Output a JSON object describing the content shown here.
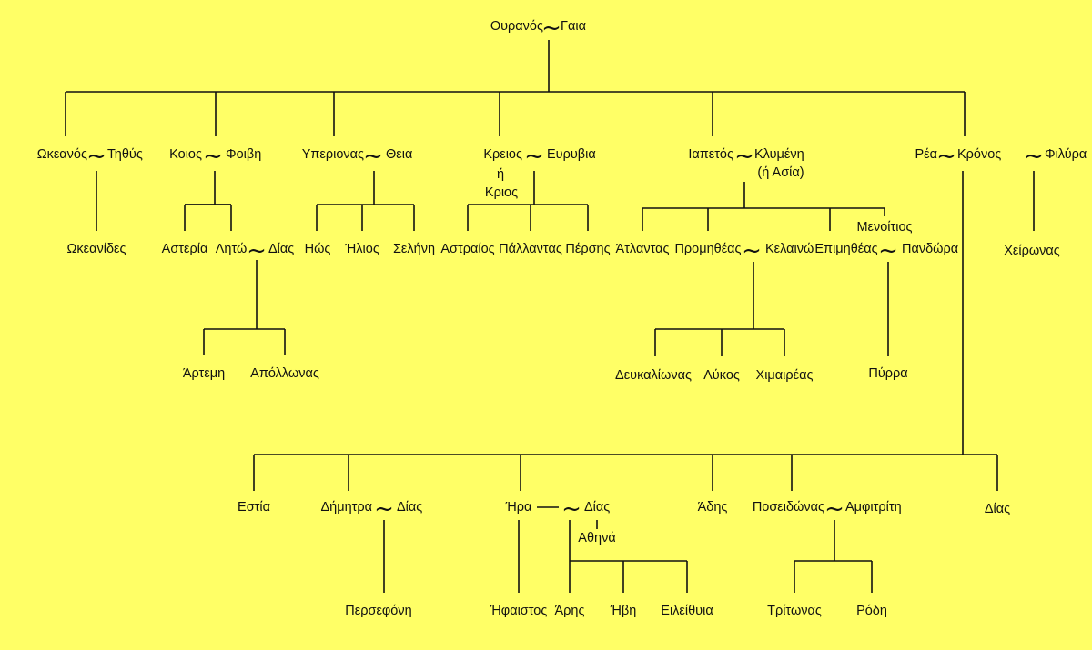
{
  "tree": {
    "tilde": "~",
    "generation_1": {
      "ouranos": "Ουρανός",
      "gaia": "Γαια"
    },
    "titans": {
      "okeanos": "Ωκεανός",
      "tithys": "Τηθύς",
      "koios": "Κοιος",
      "foivi": "Φοιβη",
      "yperionas": "Υπεριονας",
      "theia": "Θεια",
      "kreios": "Κρειος",
      "or": "ή",
      "krios": "Κριος",
      "evryvia": "Ευρυβια",
      "iapetos": "Ιαπετός",
      "klymeni": "Κλυμένη",
      "asia": "(ή Ασία)",
      "rea": "Ρέα",
      "kronos": "Κρόνος",
      "filyra": "Φιλύρα"
    },
    "children_row": {
      "okeanides": "Ωκεανίδες",
      "asteria": "Αστερία",
      "lito": "Λητώ",
      "dias_1": "Δίας",
      "ios": "Ηώς",
      "ilios": "Ήλιος",
      "selini": "Σελήνη",
      "astraios": "Αστραίος",
      "pallantas": "Πάλλαντας",
      "persis": "Πέρσης",
      "atlantas": "Άτλαντας",
      "prometheas": "Προμηθέας",
      "kelaino": "Κελαινώ",
      "epimitheas": "Επιμηθέας",
      "menoitios": "Μενοίτιος",
      "pandora": "Πανδώρα",
      "cheironas": "Χείρωνας"
    },
    "grandchildren_row": {
      "artemi": "Άρτεμη",
      "apollonas": "Απόλλωνας",
      "defkalionas": "Δευκαλίωνας",
      "lykos": "Λύκος",
      "chimaireas": "Χιμαιρέας",
      "pyrra": "Πύρρα"
    },
    "olympians": {
      "estia": "Εστία",
      "dimitra": "Δήμητρα",
      "dias_2": "Δίας",
      "ira": "Ήρα",
      "dias_3": "Δίας",
      "athina": "Αθηνά",
      "adis": "Άδης",
      "poseidonas": "Ποσειδώνας",
      "amfitriti": "Αμφιτρίτη",
      "dias_4": "Δίας"
    },
    "olympian_children": {
      "persefoni": "Περσεφόνη",
      "ifaistos": "Ήφαιστος",
      "aris": "Άρης",
      "ivi": "Ήβη",
      "eileithyia": "Ειλείθυια",
      "tritonas": "Τρίτωνας",
      "rodi": "Ρόδη"
    }
  },
  "colors": {
    "background": "#ffff66",
    "ink": "#111111"
  }
}
